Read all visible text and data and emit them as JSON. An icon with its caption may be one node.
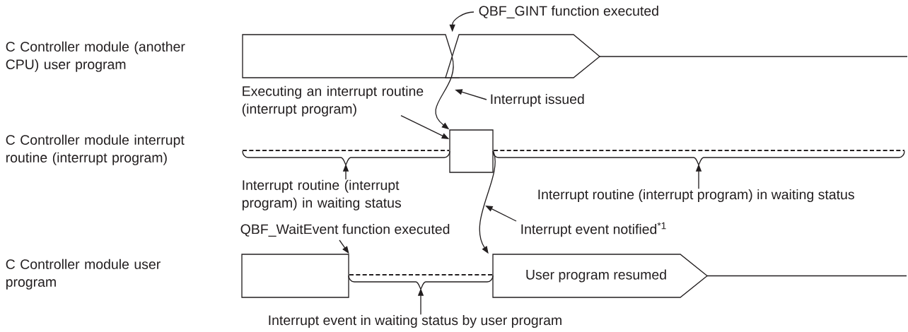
{
  "diagram": {
    "nodes": [
      {
        "text": [],
        "shape": "box"
      },
      {
        "text": [],
        "shape": "arrow"
      },
      {
        "text": [
          "QBF_GINT function executed"
        ]
      },
      {
        "text": [
          "Interrupt issued"
        ]
      },
      {
        "text": [
          "Executing an interrupt routine (interrupt program)"
        ]
      },
      {
        "text": [],
        "shape": "box"
      },
      {
        "text": [
          "Interrupt routine (interrupt program) in waiting status"
        ]
      },
      {
        "text": [
          "Interrupt routine (interrupt program) in waiting status"
        ]
      },
      {
        "text": [
          "QBF_WaitEvent function executed"
        ]
      },
      {
        "text": [
          "Interrupt event notified$^{*1}$"
        ]
      },
      {
        "text": [],
        "shape": "box"
      },
      {
        "text": [
          "User program resumed"
        ]
      },
      {
        "text": [
          "Interrupt event in waiting status by user program"
        ]
      },
      {
        "text": [],
        "shape": "brace"
      },
      {
        "text": [],
        "shape": "brace"
      },
      {
        "text": [],
        "shape": "brace"
      }
    ],
    "edges": [
      {
        "from": 2,
        "to": 0,
        "arrow": "to"
      },
      {
        "from": 3,
        "to": null,
        "arrow": "to"
      },
      {
        "from": 4,
        "to": 5,
        "arrow": "to"
      },
      {
        "from": 1,
        "to": 5,
        "arrow": "to"
      },
      {
        "from": 5,
        "to": 11,
        "arrow": "to"
      },
      {
        "from": 8,
        "to": 10,
        "arrow": "to"
      },
      {
        "from": 9,
        "to": null,
        "arrow": "to"
      },
      {
        "from": 6,
        "to": 13,
        "arrow": "to"
      },
      {
        "from": 7,
        "to": 14,
        "arrow": "to"
      },
      {
        "from": 12,
        "to": 15,
        "arrow": "to"
      }
    ],
    "labels": [
      "C Controller module (another CPU) user program",
      "C Controller module interrupt routine (interrupt program)",
      "C Controller module user program"
    ]
  }
}
